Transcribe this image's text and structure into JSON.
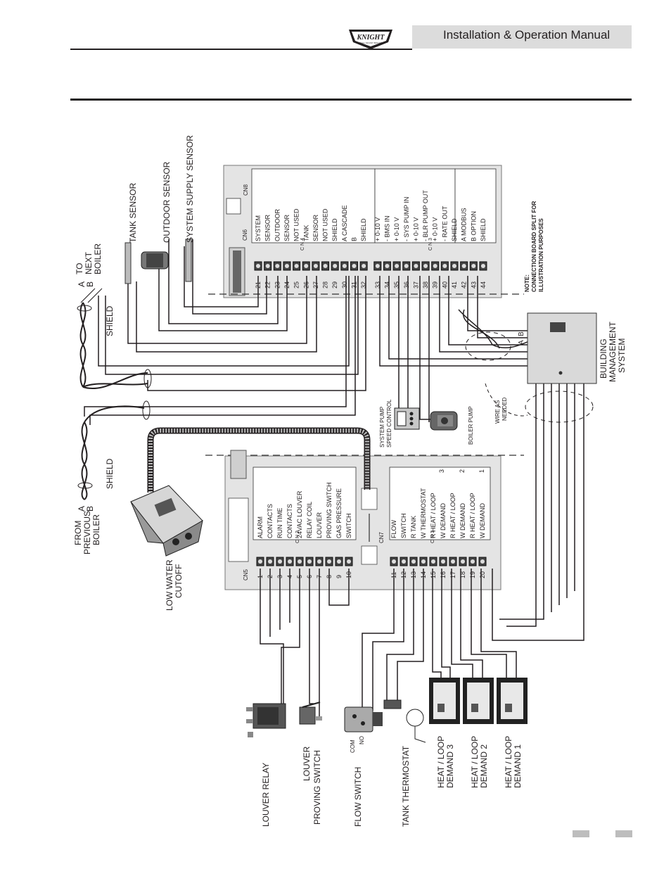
{
  "header": {
    "manual_title": "Installation & Operation Manual",
    "logo_text": "KNIGHT",
    "logo_subtext": "WALL MOUNT BOILER",
    "band_color": "#dcdcdc"
  },
  "upper_board": {
    "connector_cn8": "CN8",
    "connector_cn6": "CN6",
    "connector_cn4": "C N 4",
    "terminals": [
      "21",
      "22",
      "23",
      "24",
      "25",
      "26",
      "27",
      "28",
      "29",
      "30",
      "31",
      "32",
      "33",
      "34",
      "35",
      "36",
      "37",
      "38",
      "39",
      "40",
      "41",
      "42",
      "43",
      "44"
    ],
    "labels": [
      "SYSTEM",
      "SENSOR",
      "OUTDOOR",
      "SENSOR",
      "NOT USED",
      "TANK",
      "SENSOR",
      "NOT USED",
      "SHIELD",
      "A   CASCADE",
      "B",
      "SHIELD",
      "+  0-10 V",
      "-  BMS IN",
      "+  0-10 V",
      "-  SYS PUMP IN",
      "+  0-10 V",
      "-  BLR PUMP OUT",
      "+  0-10 V",
      "-  RATE OUT",
      "SHIELD",
      "A   MODBUS",
      "B   OPTION",
      "SHIELD"
    ],
    "cn_small": "C N 3"
  },
  "lower_board": {
    "connector_cn5": "CN5",
    "connector_cn7": "CN7",
    "connector_cn2": "C N 2",
    "connector_cn1": "C N 1",
    "terminals": [
      "1",
      "2",
      "3",
      "4",
      "5",
      "6",
      "7",
      "8",
      "9",
      "10",
      "11",
      "12",
      "13",
      "14",
      "15",
      "16",
      "17",
      "18",
      "19",
      "20"
    ],
    "labels": [
      "ALARM",
      "CONTACTS",
      "RUN TIME",
      "CONTACTS",
      "24VAC LOUVER",
      "RELAY COIL",
      "LOUVER",
      "PROVING SWITCH",
      "GAS PRESSURE",
      "SWITCH",
      "FLOW",
      "SWITCH",
      "R  TANK",
      "W  THERMOSTAT",
      "R  HEAT / LOOP",
      "W  DEMAND",
      "R  HEAT / LOOP",
      "W  DEMAND",
      "R  HEAT / LOOP",
      "W  DEMAND"
    ],
    "demand_numbers": [
      "3",
      "2",
      "1"
    ]
  },
  "labels": {
    "tank_sensor": "TANK SENSOR",
    "outdoor_sensor": "OUTDOOR SENSOR",
    "system_supply_sensor": "SYSTEM SUPPLY SENSOR",
    "to_next_boiler": [
      "TO",
      "NEXT",
      "BOILER"
    ],
    "ab_upper": [
      "A",
      "B"
    ],
    "shield_upper": "SHIELD",
    "from_previous_boiler": [
      "FROM",
      "PREVIOUS",
      "BOILER"
    ],
    "ab_lower": [
      "A",
      "B"
    ],
    "shield_lower": "SHIELD",
    "low_water_cutoff": [
      "LOW WATER",
      "CUTOFF"
    ],
    "system_pump_speed_control": [
      "SYSTEM PUMP",
      "SPEED CONTROL"
    ],
    "boiler_pump": "BOILER PUMP",
    "wire_as_needed": [
      "WIRE AS",
      "NEEDED"
    ],
    "building_management_system": [
      "BUILDING",
      "MANAGEMENT",
      "SYSTEM"
    ],
    "bms_ab": [
      "A",
      "B"
    ],
    "note": [
      "NOTE:",
      "CONNECTION BOARD SPLIT FOR",
      "ILLUSTRATION PURPOSES"
    ],
    "louver_relay": "LOUVER RELAY",
    "louver_proving_switch": [
      "LOUVER",
      "PROVING SWITCH"
    ],
    "flow_switch": "FLOW SWITCH",
    "com": "COM",
    "no": "NO",
    "tank_thermostat": "TANK THERMOSTAT",
    "heat_loop_3": [
      "HEAT / LOOP",
      "DEMAND 3"
    ],
    "heat_loop_2": [
      "HEAT / LOOP",
      "DEMAND 2"
    ],
    "heat_loop_1": [
      "HEAT / LOOP",
      "DEMAND 1"
    ]
  }
}
